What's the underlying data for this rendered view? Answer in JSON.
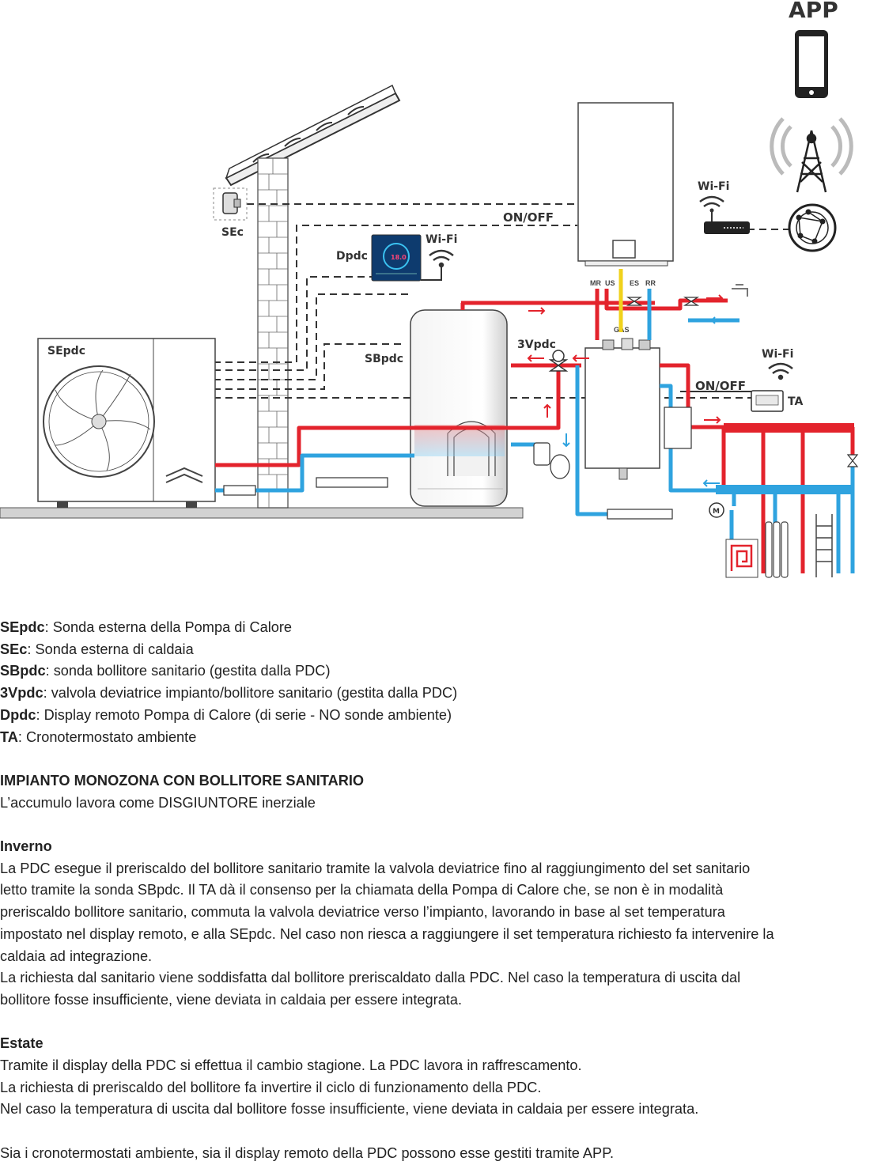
{
  "diagram": {
    "app": "APP",
    "wifi_router": "Wi-Fi",
    "wifi_display": "Wi-Fi",
    "wifi_ta": "Wi-Fi",
    "on_off_top": "ON/OFF",
    "on_off_ta": "ON/OFF",
    "sec": "SEc",
    "dpdc": "Dpdc",
    "sepdc": "SEpdc",
    "sbpdc": "SBpdc",
    "v3pdc": "3Vpdc",
    "ta": "TA",
    "gas": "GAS",
    "mr": "MR",
    "us": "US",
    "es": "ES",
    "rr": "RR",
    "display_temp": "18.0",
    "m_label": "M"
  },
  "legend": [
    {
      "term": "SEpdc",
      "desc": ": Sonda esterna della Pompa di Calore"
    },
    {
      "term": "SEc",
      "desc": ": Sonda esterna di caldaia"
    },
    {
      "term": "SBpdc",
      "desc": ": sonda bollitore sanitario (gestita dalla PDC)"
    },
    {
      "term": "3Vpdc",
      "desc": ": valvola deviatrice impianto/bollitore sanitario (gestita dalla PDC)"
    },
    {
      "term": "Dpdc",
      "desc": ": Display remoto Pompa di Calore (di serie - NO sonde ambiente)"
    },
    {
      "term": "TA",
      "desc": ": Cronotermostato ambiente"
    }
  ],
  "impianto": {
    "title": "IMPIANTO MONOZONA CON BOLLITORE SANITARIO",
    "subtitle": "L’accumulo lavora come DISGIUNTORE inerziale"
  },
  "inverno": {
    "title": "Inverno",
    "lines": [
      "La PDC esegue il preriscaldo del bollitore sanitario tramite la valvola deviatrice fino al raggiungimento del set sanitario",
      "letto tramite la sonda SBpdc. Il TA dà il consenso per la chiamata della Pompa di Calore che, se non è in modalità",
      "preriscaldo bollitore sanitario, commuta la valvola deviatrice verso l’impianto, lavorando in base al set temperatura",
      "impostato nel display remoto, e alla SEpdc. Nel caso non riesca a raggiungere il set temperatura richiesto fa intervenire la",
      "caldaia ad integrazione.",
      "La richiesta dal sanitario viene soddisfatta dal bollitore preriscaldato dalla PDC. Nel caso la temperatura di uscita dal",
      "bollitore fosse insufficiente, viene deviata in caldaia per essere integrata."
    ]
  },
  "estate": {
    "title": "Estate",
    "lines": [
      "Tramite il display della PDC si effettua il cambio stagione. La PDC lavora in raffrescamento.",
      "La richiesta di preriscaldo del bollitore fa invertire il ciclo di funzionamento della PDC.",
      "Nel caso la temperatura di uscita dal bollitore fosse insufficiente, viene deviata in caldaia per essere integrata."
    ]
  },
  "footer": "Sia i cronotermostati ambiente, sia il display remoto della PDC possono esse gestiti tramite APP."
}
